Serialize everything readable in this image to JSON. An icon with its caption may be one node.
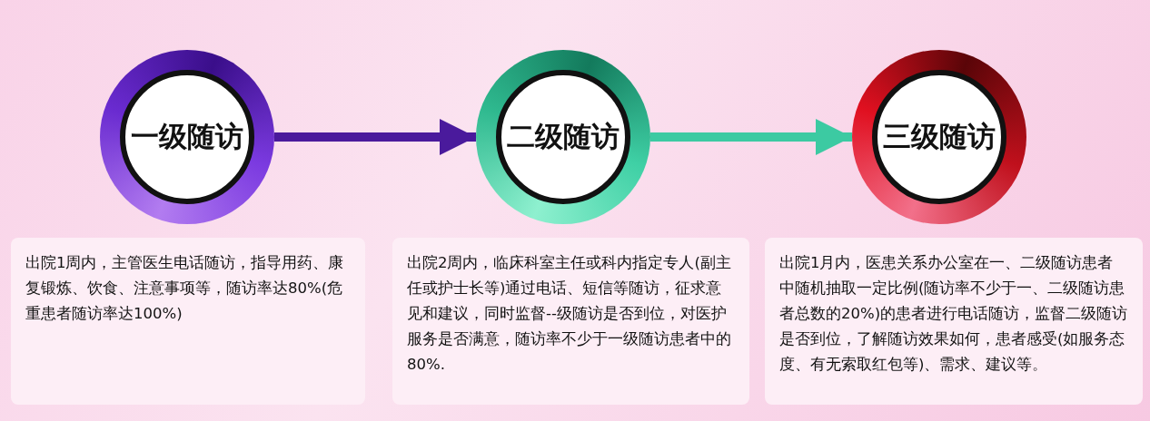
{
  "diagram": {
    "nodes": [
      {
        "text": [
          "一级随访"
        ]
      },
      {
        "text": [
          "二级随访"
        ]
      },
      {
        "text": [
          "三级随访"
        ]
      },
      {
        "text": [
          "出院1周内，主管医生电话随访，指导用药、康复锻炼、饮食、注意事项等，随访率达80%(危重患者随访率达100%)"
        ]
      },
      {
        "text": [
          "出院2周内，临床科室主任或科内指定专人(副主任或护士长等)通过电话、短信等随访，征求意见和建议，同时监督--级随访是否到位，对医护服务是否满意，随访率不少于一级随访患者中的80%."
        ]
      },
      {
        "text": [
          "出院1月内，医患关系办公室在一、二级随访患者中随机抽取一定比例(随访率不少于一、二级随访患者总数的20%)的患者进行电话随访，监督二级随访是否到位，了解随访效果如何，患者感受(如服务态度、有无索取红包等)、需求、建议等。"
        ]
      }
    ],
    "edges": [
      {
        "from": 0,
        "to": 1,
        "arrow": "to",
        "color": "#4a1a9c"
      },
      {
        "from": 1,
        "to": 2,
        "arrow": "to",
        "color": "#3ccaa2"
      }
    ]
  }
}
